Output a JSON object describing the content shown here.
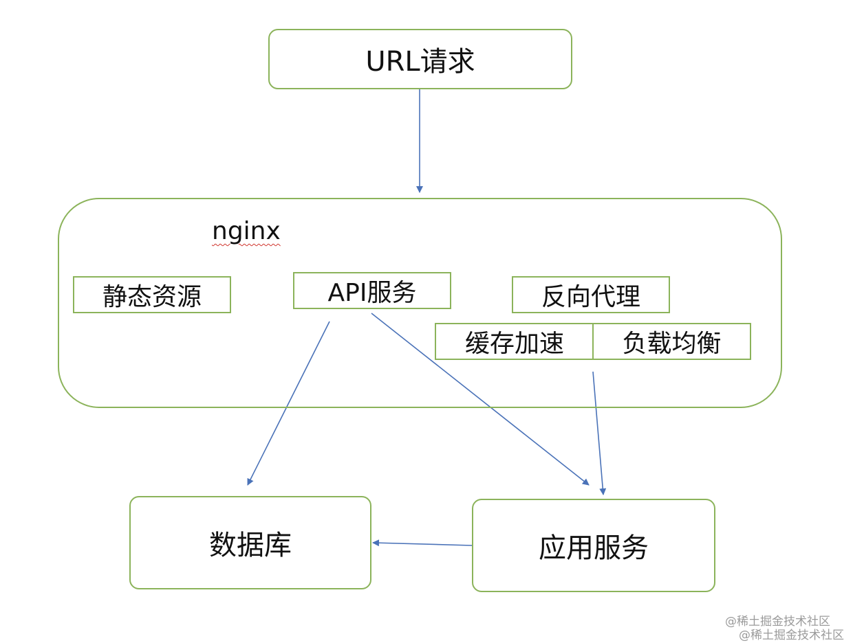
{
  "nodes": {
    "url_request": "URL请求",
    "nginx": "nginx",
    "static_resources": "静态资源",
    "api_service": "API服务",
    "reverse_proxy": "反向代理",
    "cache_acceleration": "缓存加速",
    "load_balancing": "负载均衡",
    "database": "数据库",
    "app_service": "应用服务"
  },
  "edges": [
    {
      "from": "url_request",
      "to": "nginx"
    },
    {
      "from": "api_service",
      "to": "database"
    },
    {
      "from": "api_service",
      "to": "app_service"
    },
    {
      "from": "load_balancing",
      "to": "app_service"
    },
    {
      "from": "app_service",
      "to": "database"
    }
  ],
  "watermark": {
    "line1": "@稀土掘金技术社区",
    "line2": "@稀土掘金技术社区"
  },
  "colors": {
    "box_border": "#8bb35a",
    "arrow": "#4a72b8",
    "spellcheck_underline": "#d0342c"
  }
}
